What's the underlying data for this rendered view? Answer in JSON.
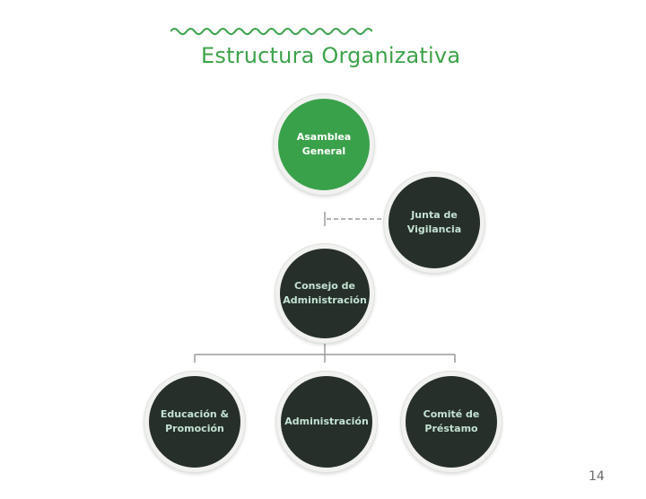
{
  "slide": {
    "title": "Estructura Organizativa",
    "page_number": "14"
  },
  "colors": {
    "accent_green": "#3aa14b",
    "node_dark": "#262f2a",
    "node_dark_text": "#c3e2d2",
    "connector": "#9a9a9a"
  },
  "nodes": {
    "asamblea": "Asamblea\nGeneral",
    "junta": "Junta de\nVigilancia",
    "consejo": "Consejo de\nAdministración",
    "educacion": "Educación &\nPromoción",
    "administracion": "Administración",
    "comite": "Comité de\nPréstamo"
  }
}
